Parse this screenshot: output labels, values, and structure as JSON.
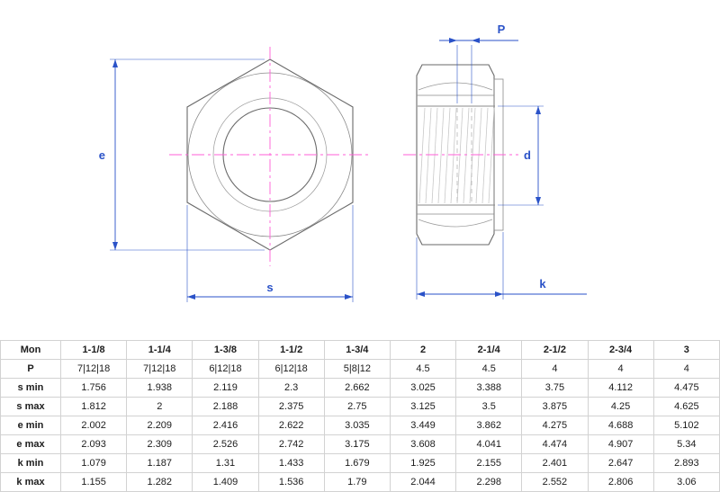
{
  "drawing": {
    "labels": {
      "e": "e",
      "s": "s",
      "p": "P",
      "d": "d",
      "k": "k"
    },
    "colors": {
      "dimension": "#2a52c8",
      "centerline": "#ff5fd7",
      "outline": "#6a6a6a",
      "thread": "#c8c8c8"
    }
  },
  "table": {
    "rows": [
      {
        "label": "Mon",
        "values": [
          "1-1/8",
          "1-1/4",
          "1-3/8",
          "1-1/2",
          "1-3/4",
          "2",
          "2-1/4",
          "2-1/2",
          "2-3/4",
          "3"
        ]
      },
      {
        "label": "P",
        "values": [
          "7|12|18",
          "7|12|18",
          "6|12|18",
          "6|12|18",
          "5|8|12",
          "4.5",
          "4.5",
          "4",
          "4",
          "4"
        ]
      },
      {
        "label": "s min",
        "values": [
          "1.756",
          "1.938",
          "2.119",
          "2.3",
          "2.662",
          "3.025",
          "3.388",
          "3.75",
          "4.112",
          "4.475"
        ]
      },
      {
        "label": "s max",
        "values": [
          "1.812",
          "2",
          "2.188",
          "2.375",
          "2.75",
          "3.125",
          "3.5",
          "3.875",
          "4.25",
          "4.625"
        ]
      },
      {
        "label": "e min",
        "values": [
          "2.002",
          "2.209",
          "2.416",
          "2.622",
          "3.035",
          "3.449",
          "3.862",
          "4.275",
          "4.688",
          "5.102"
        ]
      },
      {
        "label": "e max",
        "values": [
          "2.093",
          "2.309",
          "2.526",
          "2.742",
          "3.175",
          "3.608",
          "4.041",
          "4.474",
          "4.907",
          "5.34"
        ]
      },
      {
        "label": "k min",
        "values": [
          "1.079",
          "1.187",
          "1.31",
          "1.433",
          "1.679",
          "1.925",
          "2.155",
          "2.401",
          "2.647",
          "2.893"
        ]
      },
      {
        "label": "k max",
        "values": [
          "1.155",
          "1.282",
          "1.409",
          "1.536",
          "1.79",
          "2.044",
          "2.298",
          "2.552",
          "2.806",
          "3.06"
        ]
      }
    ]
  }
}
